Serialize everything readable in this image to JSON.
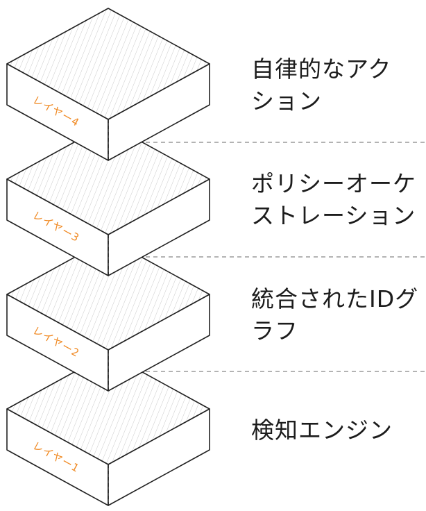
{
  "layers": [
    {
      "tag": "レイヤー4",
      "label": "自律的なアク\nション"
    },
    {
      "tag": "レイヤー3",
      "label": "ポリシーオーケ\nストレーション"
    },
    {
      "tag": "レイヤー2",
      "label": "統合されたIDグ\nラフ"
    },
    {
      "tag": "レイヤー1",
      "label": "検知エンジン"
    }
  ],
  "colors": {
    "outline": "#222222",
    "tag": "#f08a24",
    "hatch": "#b9b9b9",
    "divider": "#9a9a9a"
  }
}
